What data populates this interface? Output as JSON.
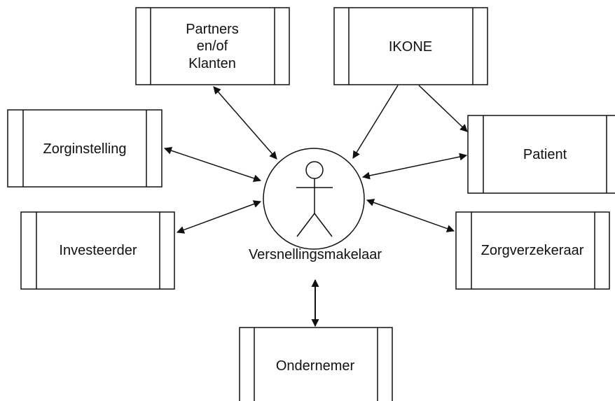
{
  "diagram": {
    "actor": {
      "label": "Versnellingsmakelaar",
      "icon": "stick-figure-icon"
    },
    "nodes": {
      "partners": {
        "lines": [
          "Partners",
          "en/of",
          "Klanten"
        ]
      },
      "ikone": {
        "lines": [
          "IKONE"
        ]
      },
      "zorginstelling": {
        "lines": [
          "Zorginstelling"
        ]
      },
      "patient": {
        "lines": [
          "Patient"
        ]
      },
      "investeerder": {
        "lines": [
          "Investeerder"
        ]
      },
      "zorgverzekeraar": {
        "lines": [
          "Zorgverzekeraar"
        ]
      },
      "ondernemer": {
        "lines": [
          "Ondernemer"
        ]
      }
    },
    "edges": [
      {
        "from": "partners",
        "to": "actor",
        "direction": "both"
      },
      {
        "from": "zorginstelling",
        "to": "actor",
        "direction": "both"
      },
      {
        "from": "investeerder",
        "to": "actor",
        "direction": "both"
      },
      {
        "from": "patient",
        "to": "actor",
        "direction": "both"
      },
      {
        "from": "zorgverzekeraar",
        "to": "actor",
        "direction": "both"
      },
      {
        "from": "ondernemer",
        "to": "actor",
        "direction": "both"
      },
      {
        "from": "ikone",
        "to": "actor",
        "direction": "forward"
      },
      {
        "from": "ikone",
        "to": "patient",
        "direction": "forward"
      }
    ],
    "colors": {
      "stroke": "#111111",
      "background": "#ffffff"
    }
  }
}
